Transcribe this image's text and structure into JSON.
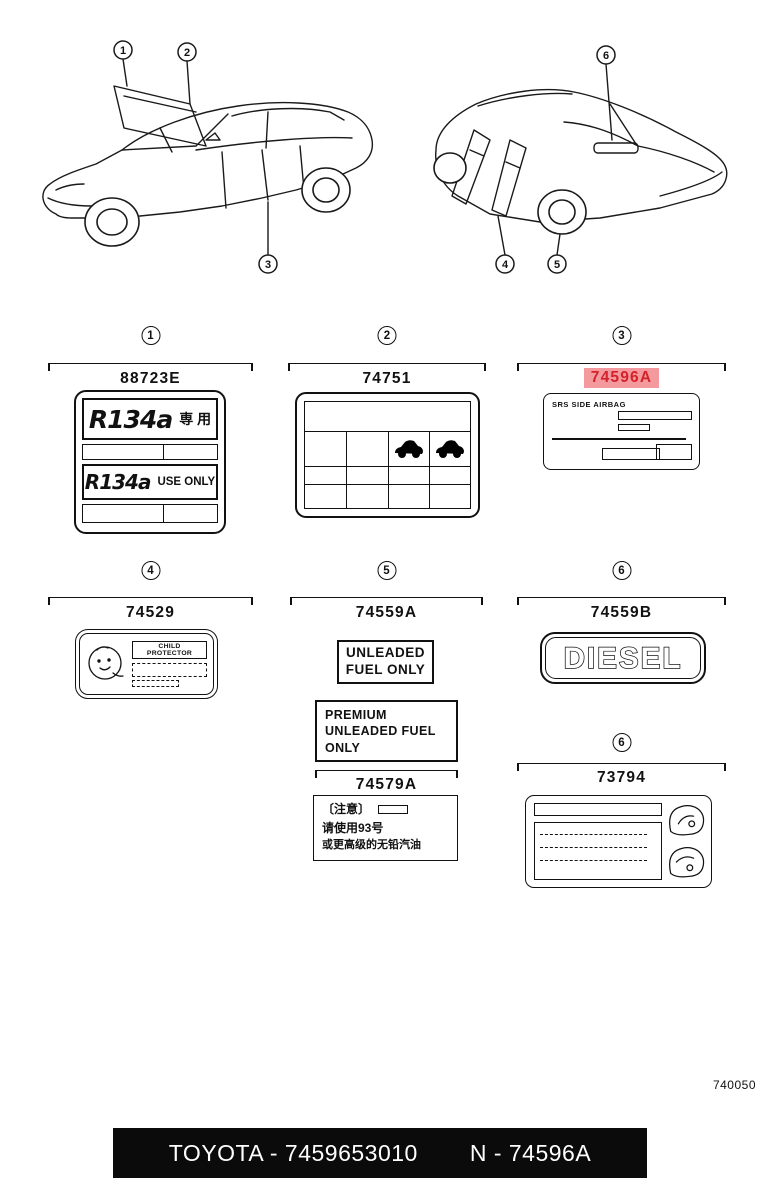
{
  "doc": {
    "code": "740050"
  },
  "footer": {
    "left": "TOYOTA - 7459653010",
    "right": "N - 74596A"
  },
  "diagram": {
    "callouts": [
      "1",
      "2",
      "3",
      "4",
      "5",
      "6"
    ]
  },
  "sections": [
    {
      "num": "1",
      "part": "88723E"
    },
    {
      "num": "2",
      "part": "74751"
    },
    {
      "num": "3",
      "part": "74596A"
    },
    {
      "num": "4",
      "part": "74529"
    },
    {
      "num": "5",
      "part": "74559A"
    },
    {
      "num": "6",
      "part": "74559B"
    },
    {
      "num": "6",
      "part": "73794"
    },
    {
      "num": "",
      "part": "74579A"
    }
  ],
  "labels": {
    "r134a": {
      "top_main": "R134a",
      "top_side": "専 用",
      "bottom_main": "R134a",
      "bottom_side": "USE ONLY"
    },
    "srs": {
      "title": "SRS SIDE AIRBAG"
    },
    "child": {
      "title": "CHILD PROTECTOR"
    },
    "unleaded": {
      "line1": "UNLEADED",
      "line2": "FUEL ONLY"
    },
    "diesel": {
      "text": "DIESEL"
    },
    "premium": {
      "line1": "PREMIUM",
      "line2": "UNLEADED FUEL",
      "line3": "ONLY"
    },
    "caution_cn": {
      "line1": "〔注意〕",
      "line2": "请使用93号",
      "line3": "或更高级的无铅汽油"
    }
  },
  "colors": {
    "highlight-bg": "#f49a9e",
    "highlight-text": "#d2232a",
    "ink": "#111111"
  }
}
